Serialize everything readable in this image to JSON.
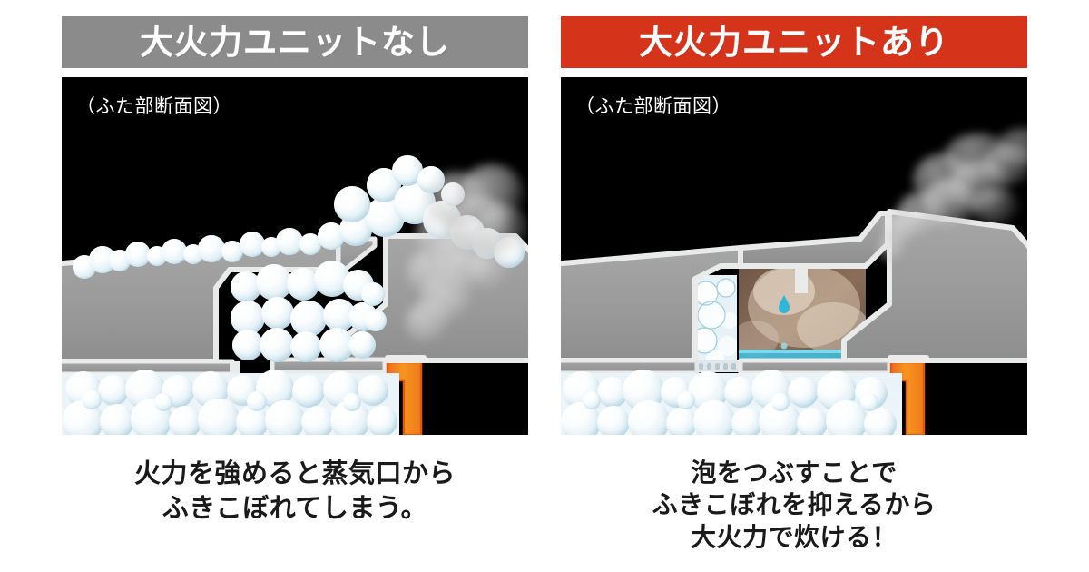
{
  "colors": {
    "banner_gray": "#8b8b8b",
    "banner_red": "#d6331b",
    "illustration_bg": "#000000",
    "lid_body_gray": "#9a9a9a",
    "lid_outline_white": "#e9eaea",
    "gasket_orange": "#f18a21",
    "foam_white": "#eaf4f9",
    "steam_gray": "#cfcfcf",
    "water_cyan": "#29b6d8",
    "chamber_warm_brown": "#6b4f3f",
    "caption_text": "#1a1a1a",
    "page_background": "#ffffff"
  },
  "panels": [
    {
      "id": "without-unit",
      "banner_label": "大火力ユニットなし",
      "banner_style": "gray",
      "illustration_caption": "（ふた部断面図）",
      "caption_lines": [
        "火力を強めると蒸気口から",
        "ふきこぼれてしまう。"
      ]
    },
    {
      "id": "with-unit",
      "banner_label": "大火力ユニットあり",
      "banner_style": "red",
      "illustration_caption": "（ふた部断面図）",
      "caption_lines": [
        "泡をつぶすことで",
        "ふきこぼれを抑えるから",
        "大火力で炊ける！"
      ]
    }
  ]
}
